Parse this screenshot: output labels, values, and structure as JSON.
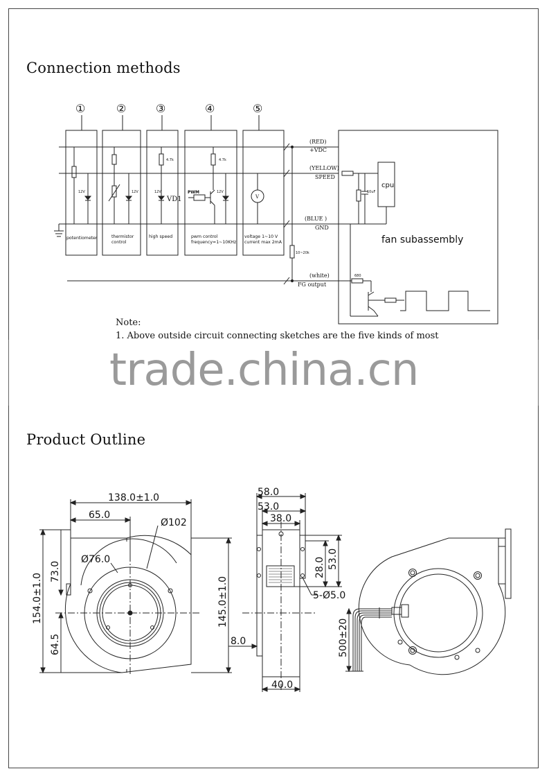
{
  "section_titles": {
    "connection": "Connection methods",
    "outline": "Product Outline"
  },
  "methods": [
    {
      "num": "①",
      "label": "potentiometer"
    },
    {
      "num": "②",
      "label": "thermistor",
      "label2": "control"
    },
    {
      "num": "③",
      "label": "high speed"
    },
    {
      "num": "④",
      "label": "pwm control",
      "label2": "frequency=1~10KHz"
    },
    {
      "num": "⑤",
      "label": "voltage 1~10 V",
      "label2": "current max 2mA"
    }
  ],
  "component_labels": {
    "zener": "12V",
    "r_4k7": "4.7k",
    "vd1": "VD1",
    "pwm": "PWM",
    "voltmeter": "V",
    "pullup": "10~20k",
    "r_680": "680",
    "cap": "10uF",
    "cpu": "cpu"
  },
  "wires": [
    {
      "color": "(RED)",
      "signal": "+VDC"
    },
    {
      "color": "(YELLOW)",
      "signal": "SPEED"
    },
    {
      "color": "(BLUE )",
      "signal": "GND"
    },
    {
      "color": "(white)",
      "signal": "FG output"
    }
  ],
  "fan_label": "fan subassembly",
  "note": {
    "title": "Note:",
    "line1": "1. Above outside circuit connecting sketches are the five kinds of most"
  },
  "watermark": "trade.china.cn",
  "dimensions": {
    "width_total": "138.0±1.0",
    "inlet_offset": "65.0",
    "outer_dia": "Ø102",
    "inlet_dia": "Ø76.0",
    "height_total": "154.0±1.0",
    "upper_height": "73.0",
    "lower_height": "64.5",
    "body_height": "145.0±1.0",
    "side_58": "58.0",
    "side_53": "53.0",
    "side_38": "38.0",
    "outlet_28": "28.0",
    "outlet_53": "53.0",
    "holes": "5-Ø5.0",
    "flange_8": "8.0",
    "base_40": "40.0",
    "lead_length": "500±20"
  }
}
